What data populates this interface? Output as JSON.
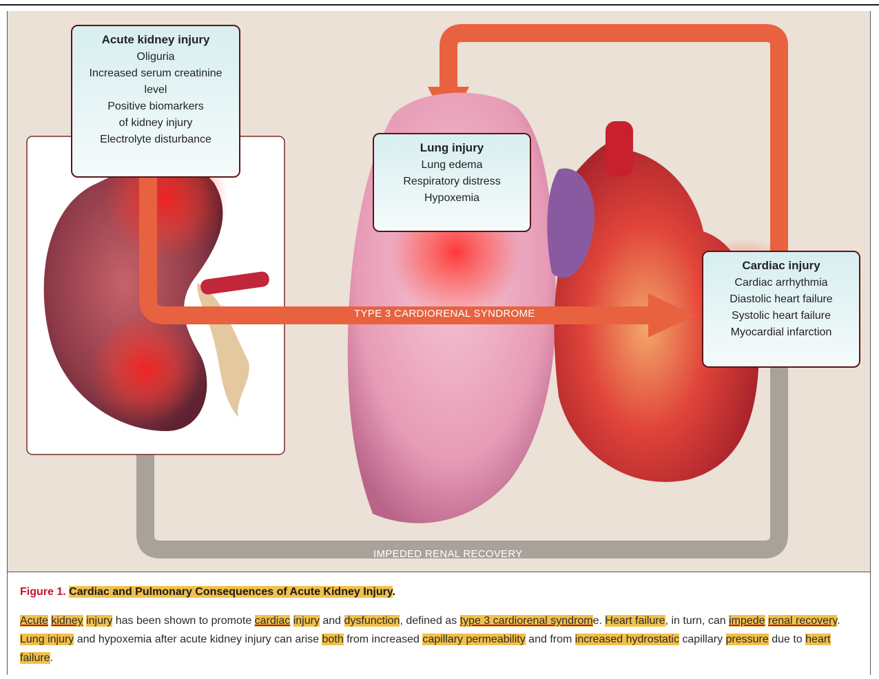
{
  "figure": {
    "kidney_box": {
      "title": "Acute kidney injury",
      "lines": [
        "Oliguria",
        "Increased serum creatinine",
        "level",
        "Positive biomarkers",
        "of kidney injury",
        "Electrolyte disturbance"
      ]
    },
    "lung_box": {
      "title": "Lung injury",
      "lines": [
        "Lung edema",
        "Respiratory distress",
        "Hypoxemia"
      ]
    },
    "cardiac_box": {
      "title": "Cardiac injury",
      "lines": [
        "Cardiac arrhythmia",
        "Diastolic heart failure",
        "Systolic heart failure",
        "Myocardial infarction"
      ]
    },
    "arrow_type3_label": "TYPE 3 CARDIORENAL SYNDROME",
    "arrow_impeded_label": "IMPEDED RENAL RECOVERY",
    "colors": {
      "box_border": "#5a1515",
      "box_fill": "#e3f3f3",
      "arrow_orange": "#e8623f",
      "arrow_gray": "#a8a29b",
      "highlight": "#f2c04a",
      "figure_label": "#c8102e"
    }
  },
  "caption": {
    "figure_label": "Figure 1.",
    "title": "Cardiac and Pulmonary Consequences of Acute Kidney Injury",
    "title_end": ".",
    "body": {
      "s1": "Acute",
      "s2": " ",
      "s3": "kidney",
      "s4": " ",
      "s5": "injury",
      "s6": " has been shown to promote ",
      "s7": "cardiac",
      "s8": " ",
      "s9": "injury",
      "s10": " and ",
      "s11": "dysfunction",
      "s12": ", defined as ",
      "s13": "type 3 cardiorenal syndrom",
      "s14": "e. ",
      "s15": "Heart failure",
      "s16": ", in turn, can ",
      "s17": "impede",
      "s18": " ",
      "s19": "renal recovery",
      "s20": ". ",
      "s21": "Lung injury",
      "s22": " and hypoxemia after acute kidney injury can arise ",
      "s23": "both",
      "s24": " from increased ",
      "s25": "capillary permeability",
      "s26": " and from ",
      "s27": "increased hydrostatic",
      "s28": " capillary ",
      "s29": "pressure",
      "s30": " due to ",
      "s31": "heart failure",
      "s32": "."
    }
  }
}
